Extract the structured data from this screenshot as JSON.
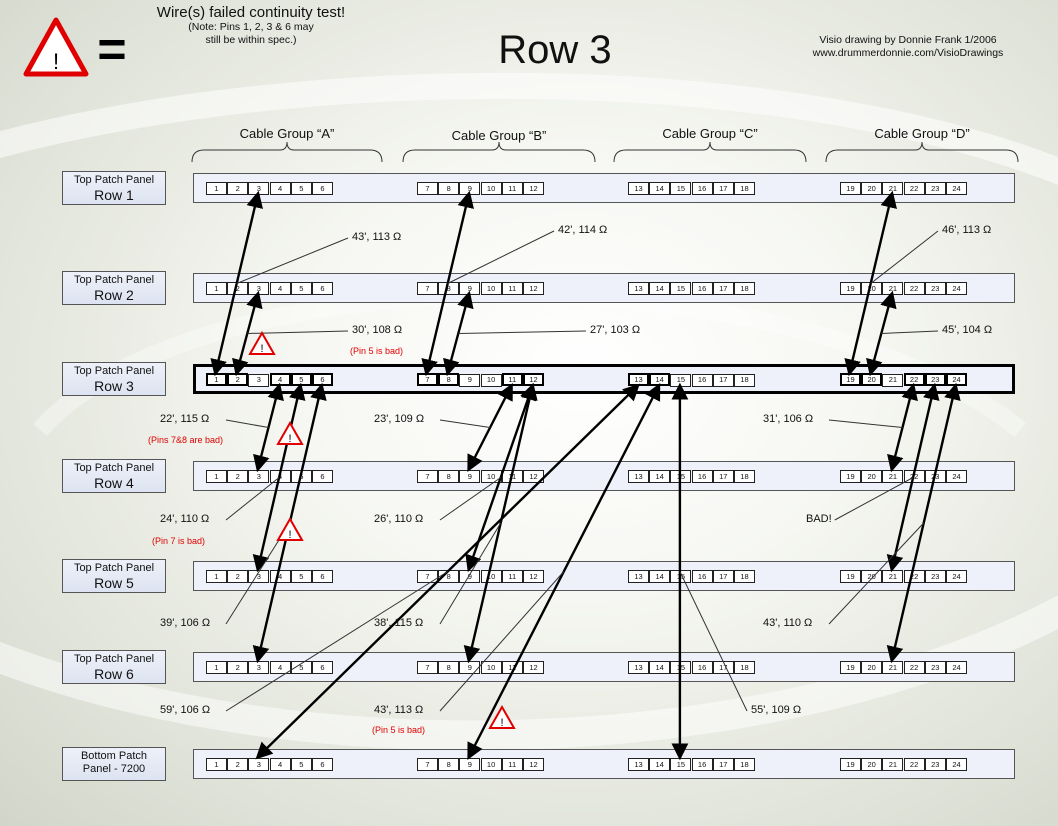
{
  "legend": {
    "title": "Wire(s) failed continuity test!",
    "note_1": "(Note: Pins 1, 2, 3 & 6 may",
    "note_2": "still be within spec.)",
    "warning_symbol": "!",
    "equals_symbol": "="
  },
  "title": "Row 3",
  "credit": {
    "line1": "Visio drawing by Donnie Frank 1/2006",
    "line2": "www.drummerdonnie.com/VisioDrawings"
  },
  "cable_groups": [
    "Cable Group “A”",
    "Cable Group “B”",
    "Cable Group “C”",
    "Cable Group “D”"
  ],
  "rows": [
    {
      "label_top": "Top Patch Panel",
      "label_bottom": "Row 1",
      "highlight": false
    },
    {
      "label_top": "Top Patch Panel",
      "label_bottom": "Row 2",
      "highlight": false
    },
    {
      "label_top": "Top Patch Panel",
      "label_bottom": "Row 3",
      "highlight": true
    },
    {
      "label_top": "Top Patch Panel",
      "label_bottom": "Row 4",
      "highlight": false
    },
    {
      "label_top": "Top Patch Panel",
      "label_bottom": "Row 5",
      "highlight": false
    },
    {
      "label_top": "Top Patch Panel",
      "label_bottom": "Row 6",
      "highlight": false
    },
    {
      "label_top": "Bottom Patch",
      "label_bottom": "Panel - 7200",
      "highlight": false
    }
  ],
  "ports": [
    "1",
    "2",
    "3",
    "4",
    "5",
    "6",
    "7",
    "8",
    "9",
    "10",
    "11",
    "12",
    "13",
    "14",
    "15",
    "16",
    "17",
    "18",
    "19",
    "20",
    "21",
    "22",
    "23",
    "24"
  ],
  "highlight_ports": [
    1,
    2,
    4,
    5,
    6,
    7,
    8,
    11,
    12,
    13,
    14,
    19,
    20,
    22,
    23,
    24
  ],
  "connections": [
    {
      "from_row": 3,
      "from_port": 1,
      "to_row": 1,
      "to_port": 3,
      "label": "43', 113 Ω",
      "note": "",
      "warning": false
    },
    {
      "from_row": 3,
      "from_port": 7,
      "to_row": 1,
      "to_port": 9,
      "label": "42', 114 Ω",
      "note": "",
      "warning": false
    },
    {
      "from_row": 3,
      "from_port": 19,
      "to_row": 1,
      "to_port": 21,
      "label": "46', 113 Ω",
      "note": "",
      "warning": false
    },
    {
      "from_row": 3,
      "from_port": 2,
      "to_row": 2,
      "to_port": 3,
      "label": "30', 108 Ω",
      "note": "(Pin 5 is bad)",
      "warning": true
    },
    {
      "from_row": 3,
      "from_port": 8,
      "to_row": 2,
      "to_port": 9,
      "label": "27', 103 Ω",
      "note": "",
      "warning": false
    },
    {
      "from_row": 3,
      "from_port": 20,
      "to_row": 2,
      "to_port": 21,
      "label": "45', 104 Ω",
      "note": "",
      "warning": false
    },
    {
      "from_row": 3,
      "from_port": 4,
      "to_row": 4,
      "to_port": 3,
      "label": "22', 115 Ω",
      "note": "(Pins 7&8 are bad)",
      "warning": true
    },
    {
      "from_row": 3,
      "from_port": 11,
      "to_row": 4,
      "to_port": 9,
      "label": "23', 109 Ω",
      "note": "",
      "warning": false
    },
    {
      "from_row": 3,
      "from_port": 22,
      "to_row": 4,
      "to_port": 21,
      "label": "31', 106 Ω",
      "note": "",
      "warning": false
    },
    {
      "from_row": 3,
      "from_port": 5,
      "to_row": 5,
      "to_port": 3,
      "label": "24', 110 Ω",
      "note": "(Pin 7 is bad)",
      "warning": true
    },
    {
      "from_row": 3,
      "from_port": 12,
      "to_row": 5,
      "to_port": 9,
      "label": "26', 110 Ω",
      "note": "",
      "warning": false
    },
    {
      "from_row": 3,
      "from_port": 23,
      "to_row": 5,
      "to_port": 21,
      "label": "BAD!",
      "note": "",
      "warning": false
    },
    {
      "from_row": 3,
      "from_port": 6,
      "to_row": 6,
      "to_port": 3,
      "label": "39', 106 Ω",
      "note": "",
      "warning": false
    },
    {
      "from_row": 3,
      "from_port": 12,
      "to_row": 6,
      "to_port": 9,
      "label": "38', 115 Ω",
      "note": "",
      "warning": false
    },
    {
      "from_row": 3,
      "from_port": 24,
      "to_row": 6,
      "to_port": 21,
      "label": "43', 110 Ω",
      "note": "",
      "warning": false
    },
    {
      "from_row": 3,
      "from_port": 13,
      "to_row": 7,
      "to_port": 3,
      "label": "59', 106 Ω",
      "note": "",
      "warning": false
    },
    {
      "from_row": 3,
      "from_port": 14,
      "to_row": 7,
      "to_port": 9,
      "label": "43', 113 Ω",
      "note": "(Pin 5 is bad)",
      "warning": true
    },
    {
      "from_row": 3,
      "from_port": 15,
      "to_row": 7,
      "to_port": 15,
      "label": "55', 109 Ω",
      "note": "",
      "warning": false
    }
  ],
  "colors": {
    "line": "#000000",
    "warning": "#e00000",
    "panel": "#eef1f9",
    "note": "#e00000"
  }
}
